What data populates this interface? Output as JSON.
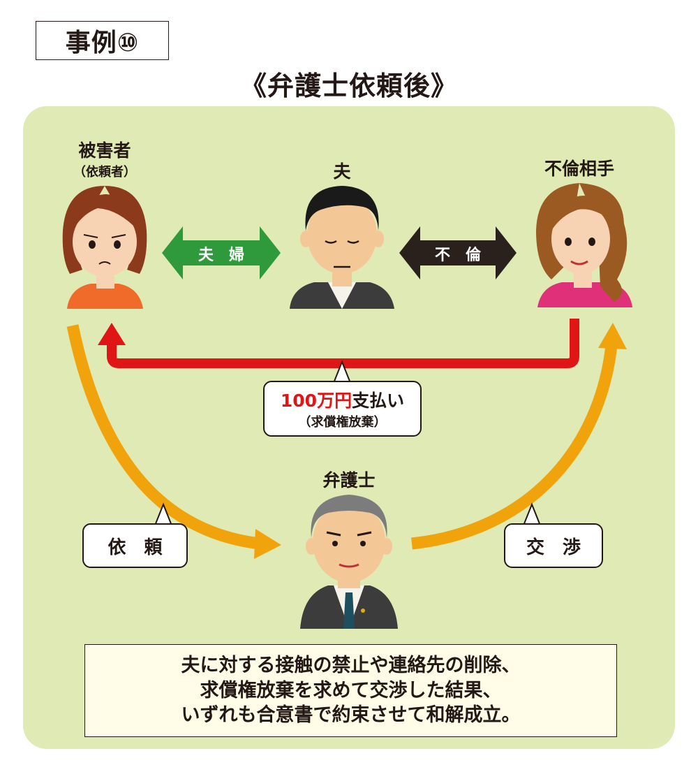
{
  "case_label": "事例⑩",
  "heading": "《弁護士依頼後》",
  "people": {
    "victim": {
      "name": "被害者",
      "role": "（依頼者）"
    },
    "husband": {
      "name": "夫"
    },
    "partner": {
      "name": "不倫相手"
    },
    "lawyer": {
      "name": "弁護士"
    }
  },
  "relations": {
    "couple": "夫　婦",
    "affair": "不　倫"
  },
  "payment": {
    "amount": "100万円",
    "action": "支払い",
    "note": "（求償権放棄）"
  },
  "bubbles": {
    "request": "依　頼",
    "negotiate": "交　渉"
  },
  "summary": [
    "夫に対する接触の禁止や連絡先の削除、",
    "求償権放棄を求めて交渉した結果、",
    "いずれも合意書で約束させて和解成立。"
  ],
  "colors": {
    "panel": "#e0eab5",
    "couple_arrow": "#2e9a3c",
    "affair_arrow": "#2a201c",
    "payment_arrow": "#e01515",
    "flow_arrow": "#f0a30a",
    "amount_text": "#e01515"
  }
}
